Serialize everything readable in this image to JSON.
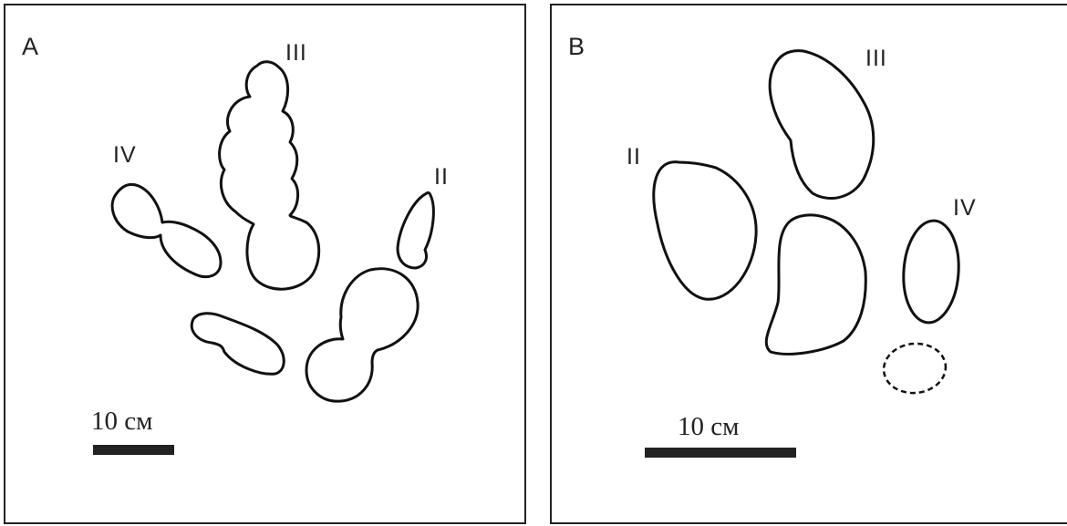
{
  "panels": [
    {
      "letter": "A",
      "digits": {
        "iii": "III",
        "iv": "IV",
        "ii": "II"
      },
      "scale": {
        "label": "10 см"
      }
    },
    {
      "letter": "B",
      "digits": {
        "ii": "II",
        "iii": "III",
        "iv": "IV"
      },
      "scale": {
        "label": "10 см"
      }
    }
  ]
}
